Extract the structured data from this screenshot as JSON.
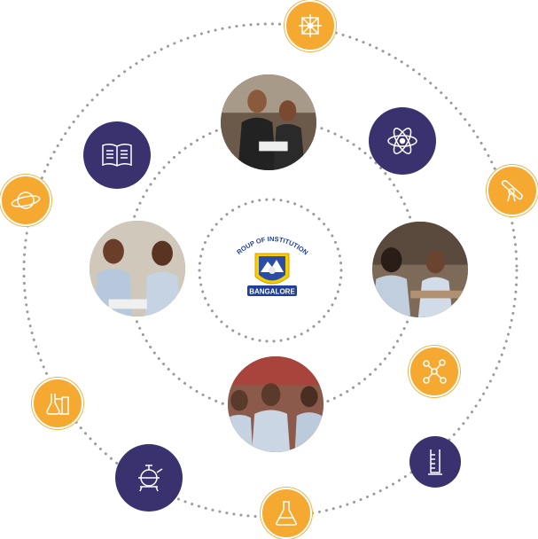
{
  "logo": {
    "text_top": "GROUP OF INSTITUTIONS",
    "text_bottom": "BANGALORE"
  },
  "colors": {
    "orange": "#f5a930",
    "purple": "#39326f",
    "dots": "#9a9a9a"
  },
  "photos": [
    "students-with-teacher",
    "students-reading-left",
    "students-studying-right",
    "classroom-students"
  ],
  "icons": [
    "network-cube-icon",
    "book-icon",
    "atom-icon",
    "planet-icon",
    "diploma-icon",
    "lab-apparatus-icon",
    "molecule-icon",
    "measuring-cylinder-icon",
    "distillation-icon",
    "flask-icon"
  ]
}
